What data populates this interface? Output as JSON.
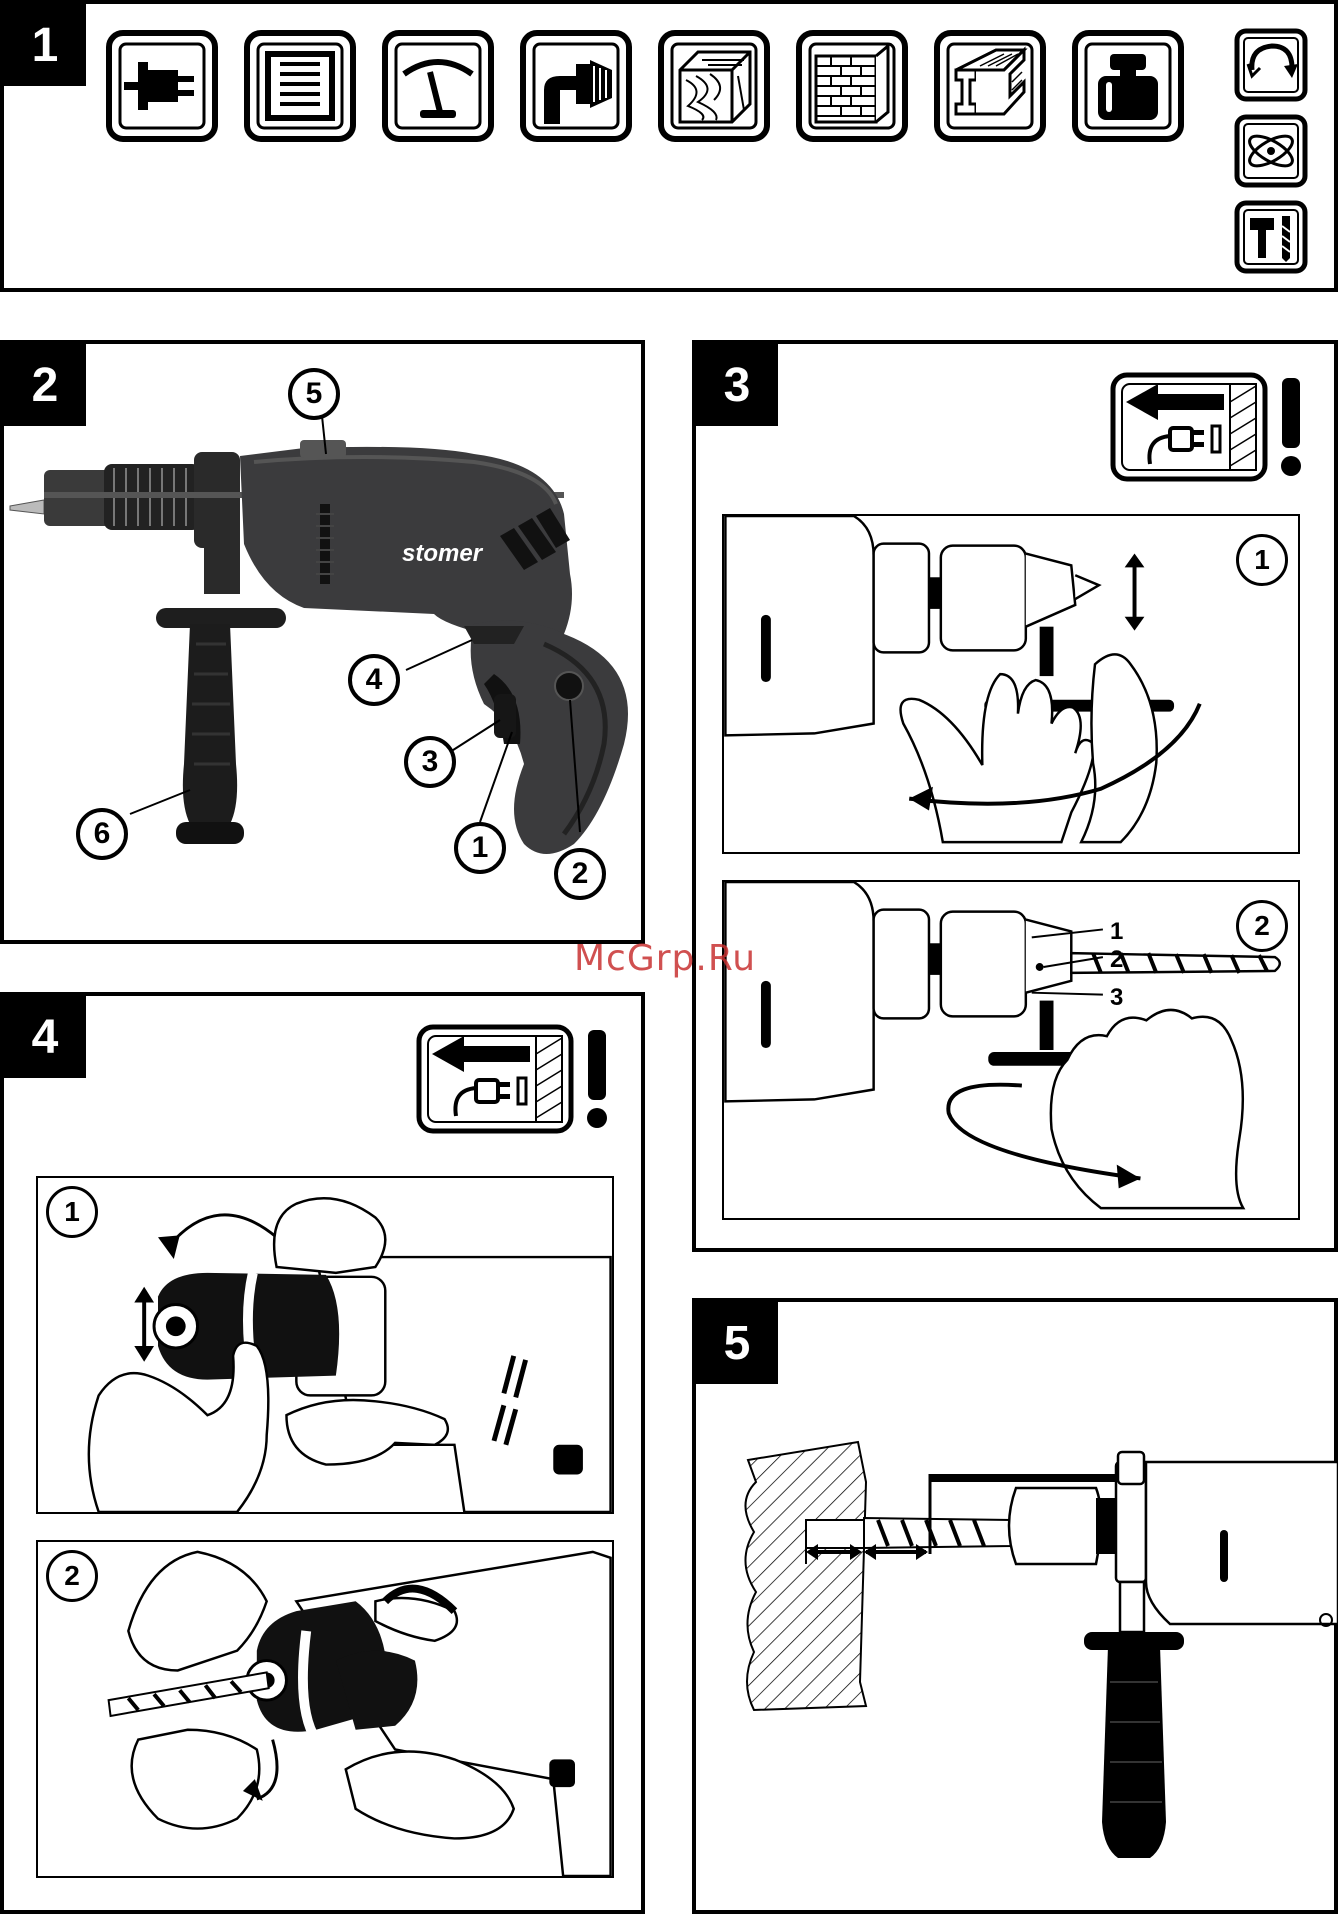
{
  "panels": {
    "p1": {
      "number": "1"
    },
    "p2": {
      "number": "2",
      "callouts": [
        "5",
        "4",
        "3",
        "1",
        "2",
        "6"
      ],
      "brand": "stomer"
    },
    "p3": {
      "number": "3",
      "sub1": "1",
      "sub2": "2",
      "labels": [
        "1",
        "2",
        "3"
      ]
    },
    "p4": {
      "number": "4",
      "sub1": "1",
      "sub2": "2"
    },
    "p5": {
      "number": "5"
    }
  },
  "icons": [
    "plug-icon",
    "gearbox-icon",
    "gauge-icon",
    "chuck-icon",
    "wood-icon",
    "brick-icon",
    "steel-beam-icon",
    "weight-icon",
    "rotation-icon",
    "vibration-icon",
    "hammer-drill-icon"
  ],
  "watermark": "McGrp.Ru"
}
